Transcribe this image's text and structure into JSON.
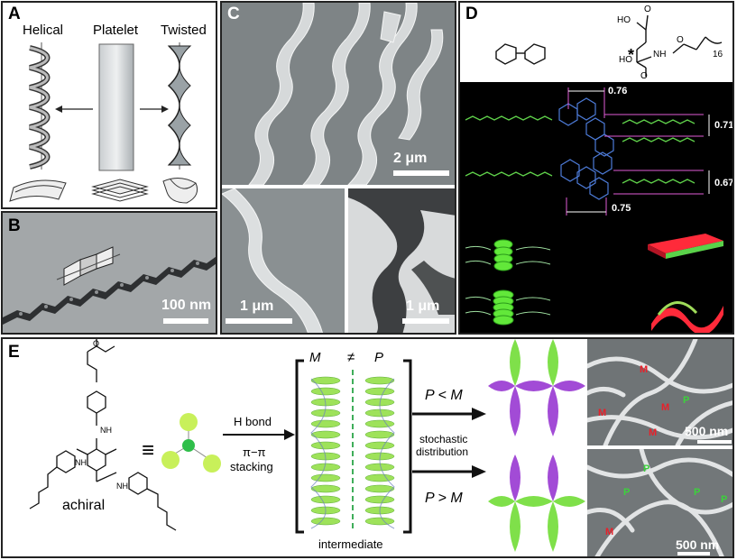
{
  "panels": {
    "A": {
      "label": "A",
      "helical": "Helical",
      "platelet": "Platelet",
      "twisted": "Twisted"
    },
    "B": {
      "label": "B",
      "scale": "100 nm"
    },
    "C": {
      "label": "C",
      "scale_top": "2 μm",
      "scale_bl": "1 μm",
      "scale_br": "1 μm"
    },
    "D": {
      "label": "D",
      "num_suffix": "16",
      "atom_ho": "HO",
      "atom_o": "O",
      "atom_nh": "NH",
      "star": "*",
      "dim_076": "0.76",
      "dim_071": "0.71",
      "dim_067": "0.67",
      "dim_075": "0.75"
    },
    "E": {
      "label": "E",
      "achiral": "achiral",
      "equiv": "≡",
      "hbond": "H bond",
      "pipi": "π−π",
      "stacking": "stacking",
      "M": "M",
      "neq": "≠",
      "P": "P",
      "intermediate": "intermediate",
      "p_lt_m": "P < M",
      "p_gt_m": "P > M",
      "stochastic": "stochastic",
      "distribution": "distribution",
      "scale_top": "500 nm",
      "scale_bot": "500 nm",
      "sem_M": "M",
      "sem_P": "P",
      "atom_o": "O",
      "atom_nh": "NH"
    }
  },
  "colors": {
    "green": "#7fe04a",
    "purple": "#a24bd6",
    "red_label": "#e8202a",
    "green_label": "#3cd23c",
    "ribbon_red": "#e81c3a"
  }
}
